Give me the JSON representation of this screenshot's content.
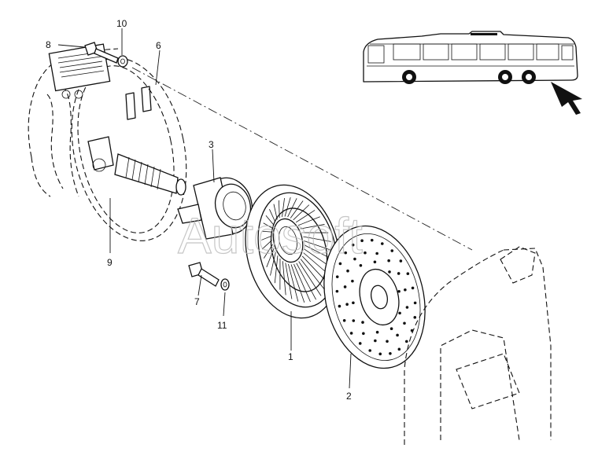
{
  "diagram": {
    "watermark": "Autosoft",
    "labels": [
      {
        "id": "label-8",
        "text": "8"
      },
      {
        "id": "label-10",
        "text": "10"
      },
      {
        "id": "label-6",
        "text": "6"
      },
      {
        "id": "label-3",
        "text": "3"
      },
      {
        "id": "label-9",
        "text": "9"
      },
      {
        "id": "label-7",
        "text": "7"
      },
      {
        "id": "label-11",
        "text": "11"
      },
      {
        "id": "label-1",
        "text": "1"
      },
      {
        "id": "label-2",
        "text": "2"
      }
    ],
    "colors": {
      "line": "#111111",
      "background": "#ffffff",
      "watermark": "#b8b8b8"
    }
  }
}
